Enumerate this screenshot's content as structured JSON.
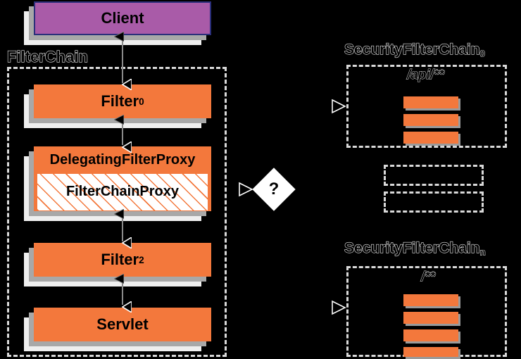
{
  "diagram": {
    "title": "Spring Security FilterChain delegation",
    "background_color": "#000000",
    "colors": {
      "filter_orange": "#f3783c",
      "client_purple": "#a95ba8",
      "client_border": "#2b2f7a",
      "shadow_dark": "#a8a8a8",
      "shadow_light": "#efefef",
      "dashed_border": "#d9d9d9",
      "label_outline": "#e8e8e8"
    }
  },
  "left": {
    "client": {
      "label": "Client"
    },
    "container_label": "FilterChain",
    "nodes": [
      {
        "label": "Filter",
        "subscript": "0"
      },
      {
        "label": "DelegatingFilterProxy",
        "inner_label": "FilterChainProxy"
      },
      {
        "label": "Filter",
        "subscript": "2"
      },
      {
        "label": "Servlet",
        "subscript": ""
      }
    ]
  },
  "middle": {
    "decision": {
      "label": "?"
    }
  },
  "right": {
    "chains": [
      {
        "title": "SecurityFilterChain",
        "subscript": "0",
        "pattern": "/api/**",
        "filter_count": 3
      },
      {
        "title": "SecurityFilterChain",
        "subscript": "n",
        "pattern": "/**",
        "filter_count": 4
      }
    ],
    "placeholder_count": 2
  }
}
